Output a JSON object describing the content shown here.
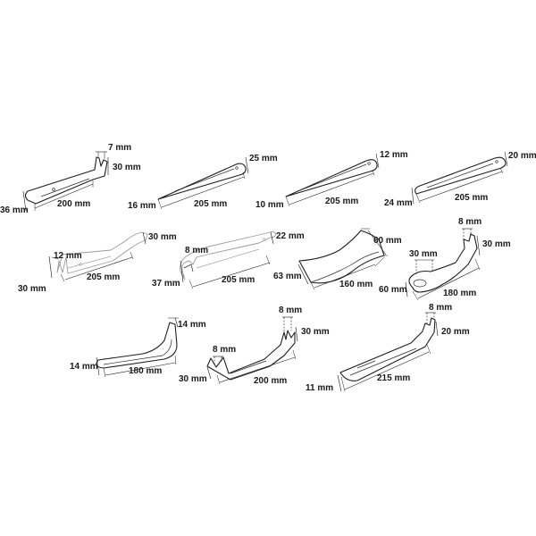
{
  "tools": [
    {
      "id": "t1",
      "dims": [
        "7 mm",
        "30 mm",
        "200 mm",
        "36 mm"
      ]
    },
    {
      "id": "t2",
      "dims": [
        "25 mm",
        "205 mm",
        "16 mm"
      ]
    },
    {
      "id": "t3",
      "dims": [
        "12 mm",
        "205 mm",
        "10 mm"
      ]
    },
    {
      "id": "t4",
      "dims": [
        "20 mm",
        "205 mm",
        "24 mm"
      ]
    },
    {
      "id": "t5",
      "dims": [
        "30 mm",
        "12 mm",
        "205 mm",
        "30 mm"
      ]
    },
    {
      "id": "t6",
      "dims": [
        "22 mm",
        "8 mm",
        "205 mm",
        "37 mm"
      ]
    },
    {
      "id": "t7",
      "dims": [
        "60 mm",
        "63 mm",
        "160 mm"
      ]
    },
    {
      "id": "t8",
      "dims": [
        "8 mm",
        "30 mm",
        "30 mm",
        "60 mm",
        "180 mm"
      ]
    },
    {
      "id": "t9",
      "dims": [
        "14 mm",
        "14 mm",
        "180 mm"
      ]
    },
    {
      "id": "t10",
      "dims": [
        "8 mm",
        "30 mm",
        "8 mm",
        "30 mm",
        "200 mm"
      ]
    },
    {
      "id": "t11",
      "dims": [
        "8 mm",
        "20 mm",
        "11 mm",
        "215 mm"
      ]
    }
  ]
}
